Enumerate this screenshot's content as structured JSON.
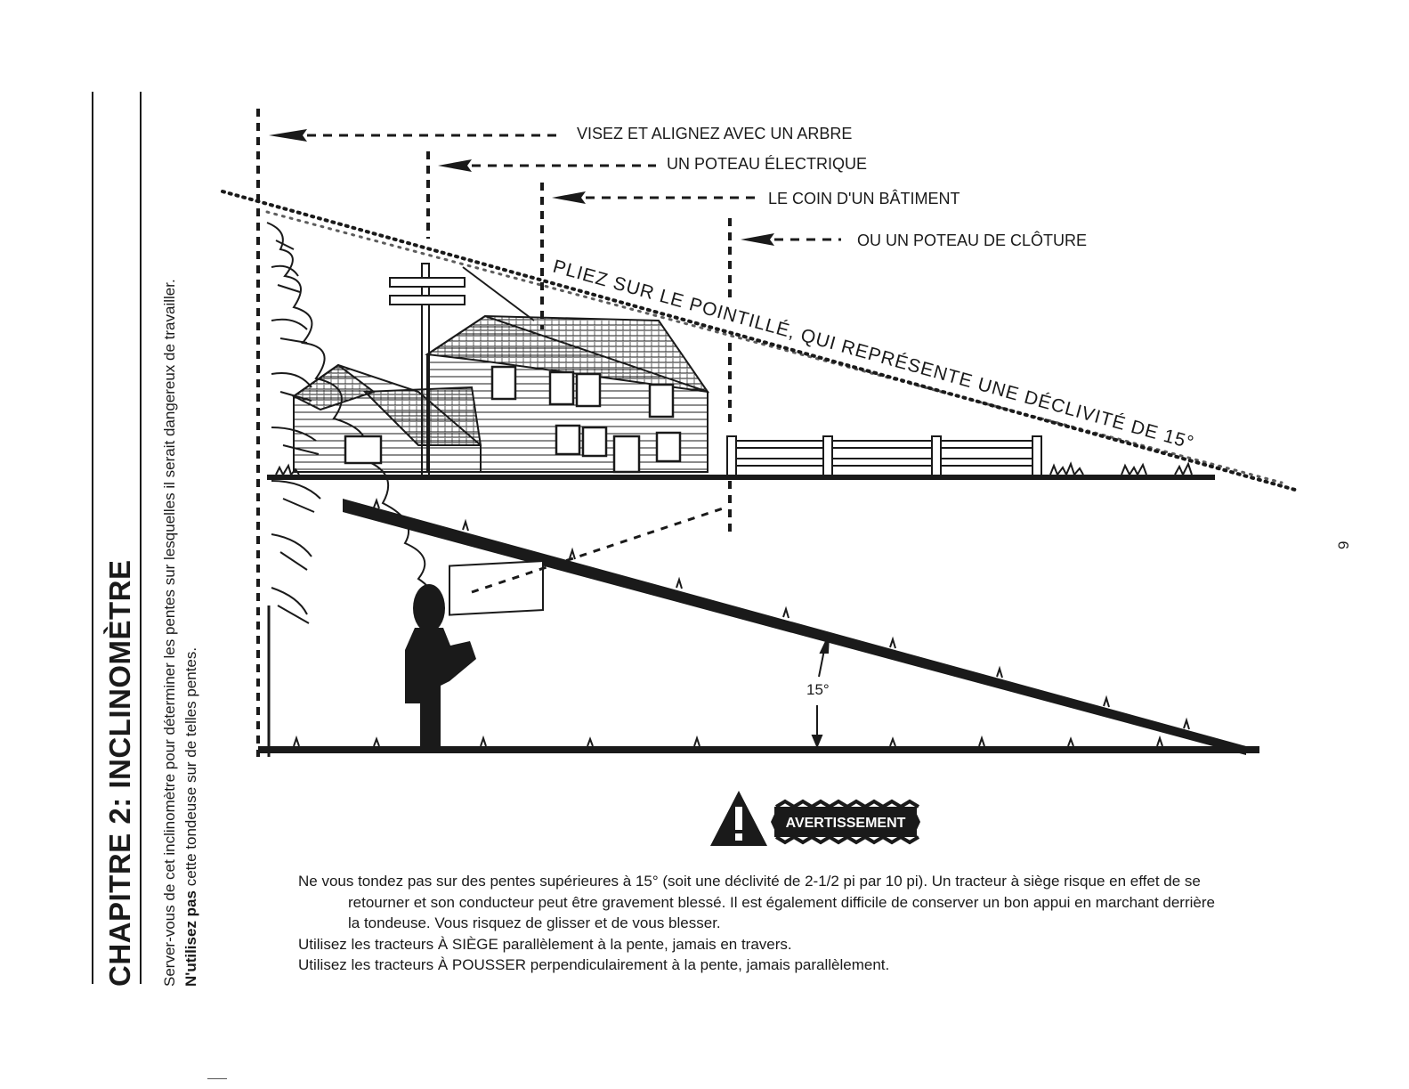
{
  "chapter": {
    "title": "CHAPITRE 2:  INCLINOMÈTRE"
  },
  "intro": {
    "line1": "Server-vous de cet inclinomètre pour déterminer les pentes sur lesquelles il serait dangereux de travailler.",
    "line2_bold": "N'utilisez pas",
    "line2_rest": " cette tondeuse sur de telles pentes."
  },
  "diagram": {
    "aim_labels": [
      "VISEZ ET ALIGNEZ AVEC UN ARBRE",
      "UN POTEAU ÉLECTRIQUE",
      "LE COIN D'UN BÂTIMENT",
      "OU UN POTEAU DE CLÔTURE"
    ],
    "fold_instruction": "PLIEZ SUR LE POINTILLÉ, QUI REPRÉSENTE UNE DÉCLIVITÉ DE 15°",
    "angle_label": "15°",
    "icons": [
      "tree",
      "utility-pole",
      "house",
      "fence",
      "person-silhouette",
      "inclinometer-card"
    ]
  },
  "warning": {
    "badge": "AVERTISSEMENT",
    "icon": "warning-triangle-icon",
    "lines": [
      "Ne vous tondez pas sur des pentes supérieures à 15° (soit une déclivité de 2-1/2 pi par 10 pi). Un tracteur à siège risque en effet de se retourner et son conducteur peut être gravement blessé. Il est également difficile de conserver un bon appui en marchant derrière la tondeuse. Vous risquez de glisser et de vous blesser.",
      "Utilisez les tracteurs À SIÈGE parallèlement à la pente, jamais en travers.",
      "Utilisez les tracteurs À POUSSER perpendiculairement à la pente, jamais parallèlement."
    ]
  },
  "page_number": "9"
}
